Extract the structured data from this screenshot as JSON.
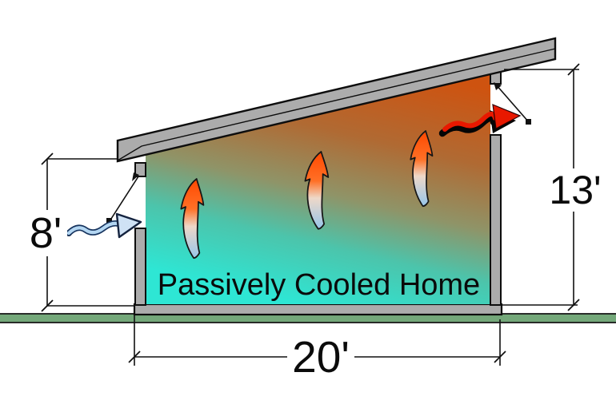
{
  "title": "Passively Cooled Home",
  "dimensions": {
    "left_wall_height": "8'",
    "right_wall_height": "13'",
    "house_width": "20'"
  },
  "icons": {
    "inlet": "cool-air-inlet-arrow",
    "outlet": "hot-air-outlet-arrow",
    "convection": "rising-warm-air-arrow",
    "ticks": "dimension-tick-slash"
  },
  "colors": {
    "structure_gray": "#acacac",
    "ground_green": "#74a87a",
    "warm_zone_orange": "#ce5310",
    "cool_zone_teal": "#2ee6d4",
    "inlet_arrow_blue": "#b3d6f2",
    "outlet_arrow_red": "#e81800",
    "convection_hot_orange": "#ff4800",
    "convection_cool_blue": "#97c6ea",
    "outline_black": "#111111"
  }
}
